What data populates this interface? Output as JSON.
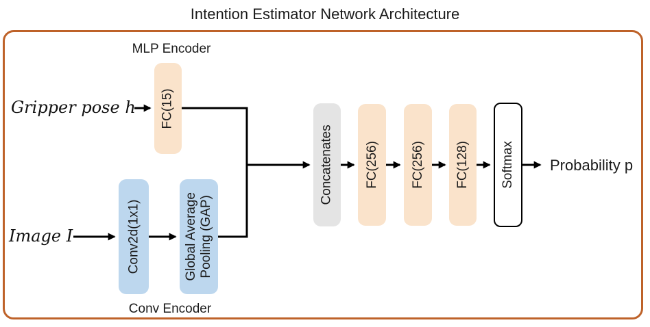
{
  "title": "Intention Estimator Network Architecture",
  "labels": {
    "mlp_encoder": "MLP Encoder",
    "conv_encoder": "Conv Encoder",
    "gripper_input": "Gripper pose h",
    "image_input": "Image I",
    "output": "Probability p"
  },
  "nodes": {
    "fc15": {
      "label": "FC(15)"
    },
    "conv2d": {
      "label": "Conv2d(1x1)"
    },
    "gap": {
      "line1": "Global Average",
      "line2": "Pooling (GAP)"
    },
    "concatenate": {
      "label": "Concatenates"
    },
    "fc256_1": {
      "label": "FC(256)"
    },
    "fc256_2": {
      "label": "FC(256)"
    },
    "fc128": {
      "label": "FC(128)"
    },
    "softmax": {
      "label": "Softmax"
    }
  },
  "colors": {
    "fc_box_fill": "#FAE3CB",
    "conv_box_fill": "#BDD7EE",
    "concat_box_fill": "#E4E4E4",
    "softmax_box_fill": "#FFFFFF",
    "frame_border": "#BE6229",
    "arrow": "#000000",
    "text": "#1A1A1A"
  }
}
